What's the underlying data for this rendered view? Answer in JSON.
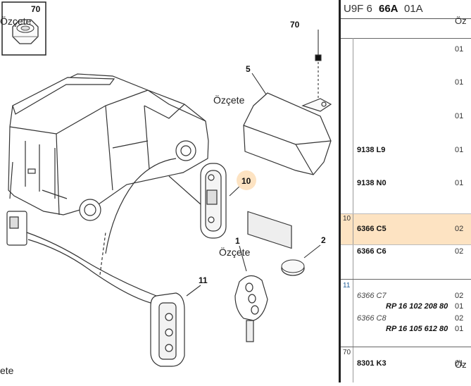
{
  "diagram": {
    "callouts": [
      {
        "name": "callout-70-inset",
        "label": "70"
      },
      {
        "name": "callout-70",
        "label": "70"
      },
      {
        "name": "callout-5",
        "label": "5"
      },
      {
        "name": "callout-10",
        "label": "10"
      },
      {
        "name": "callout-1",
        "label": "1"
      },
      {
        "name": "callout-2",
        "label": "2"
      },
      {
        "name": "callout-11",
        "label": "11"
      }
    ],
    "ozcete_labels": [
      "Özçete",
      "Özçete",
      "Özçete",
      "ete"
    ]
  },
  "panel": {
    "header": {
      "part1": "U9F 6",
      "part2": "66A",
      "part3": "01A",
      "sub": "Öz"
    },
    "rows": [
      {
        "num": "",
        "ref": "",
        "qty": "01"
      },
      {
        "num": "",
        "ref": "",
        "qty": "01"
      },
      {
        "num": "",
        "ref": "",
        "qty": "01"
      },
      {
        "num": "",
        "ref": "9138 L9",
        "qty": "01"
      },
      {
        "num": "",
        "ref": "9138 N0",
        "qty": "01"
      },
      {
        "num": "10",
        "ref": "6366 C5",
        "qty": "02"
      },
      {
        "num": "",
        "ref": "6366 C6",
        "qty": "02"
      },
      {
        "num": "11",
        "ref": "",
        "qty": ""
      },
      {
        "num": "",
        "ref": "6366 C7",
        "qty": "02"
      },
      {
        "num": "",
        "rp": "RP 16 102 208 80",
        "qty": "01"
      },
      {
        "num": "",
        "ref": "6366 C8",
        "qty": "02"
      },
      {
        "num": "",
        "rp": "RP 16 105 612 80",
        "qty": "01"
      },
      {
        "num": "70",
        "ref": "",
        "qty": ""
      },
      {
        "num": "",
        "ref": "8301 K3",
        "qty": "01"
      },
      {
        "num": "",
        "ref": "",
        "qty": "Öz"
      }
    ]
  }
}
